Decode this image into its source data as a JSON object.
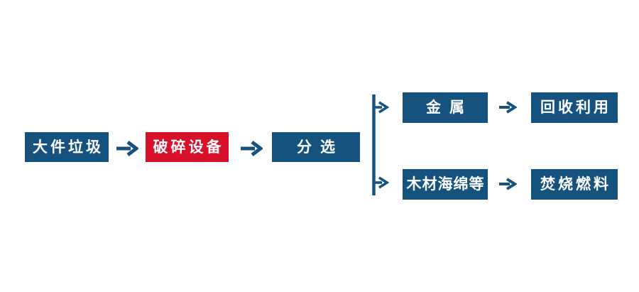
{
  "diagram": {
    "type": "flowchart",
    "background": "#ffffff",
    "colors": {
      "box_blue": "#15527E",
      "box_red": "#D8112A",
      "arrow_blue": "#15527E",
      "label_text": "#ffffff"
    },
    "nodes": [
      {
        "id": "bulky-waste",
        "label": "大件垃圾",
        "color": "#15527E"
      },
      {
        "id": "crushing-equipment",
        "label": "破碎设备",
        "color": "#D8112A"
      },
      {
        "id": "sorting",
        "label": "分选",
        "color": "#15527E"
      },
      {
        "id": "metal",
        "label": "金属",
        "color": "#15527E"
      },
      {
        "id": "recycling",
        "label": "回收利用",
        "color": "#15527E"
      },
      {
        "id": "wood-sponge-etc",
        "label": "木材海绵等",
        "color": "#15527E"
      },
      {
        "id": "incineration-fuel",
        "label": "焚烧燃料",
        "color": "#15527E"
      }
    ],
    "edges": [
      {
        "from": "bulky-waste",
        "to": "crushing-equipment"
      },
      {
        "from": "crushing-equipment",
        "to": "sorting"
      },
      {
        "from": "sorting",
        "to": "metal"
      },
      {
        "from": "sorting",
        "to": "wood-sponge-etc"
      },
      {
        "from": "metal",
        "to": "recycling"
      },
      {
        "from": "wood-sponge-etc",
        "to": "incineration-fuel"
      }
    ]
  }
}
